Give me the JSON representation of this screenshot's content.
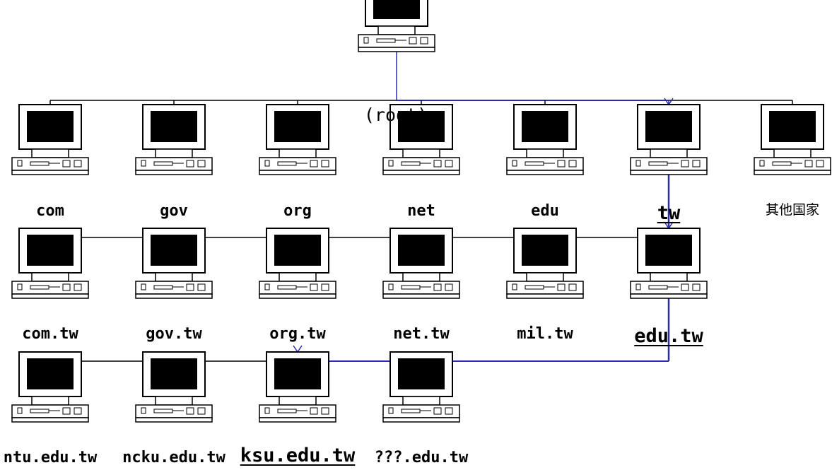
{
  "root": {
    "label": "(root)"
  },
  "tld": [
    "com",
    "gov",
    "org",
    "net",
    "edu",
    "tw",
    "其他国家"
  ],
  "tw_level": [
    "com.tw",
    "gov.tw",
    "org.tw",
    "net.tw",
    "mil.tw",
    "edu.tw"
  ],
  "edu_level": [
    "ntu.edu.tw",
    "ncku.edu.tw",
    "ksu.edu.tw",
    "???.edu.tw"
  ],
  "highlighted_path": [
    "(root)",
    "tw",
    "edu.tw",
    "ksu.edu.tw"
  ],
  "colors": {
    "tree_line": "#000000",
    "path_line": "#2b2bb5",
    "screen": "#000000"
  }
}
